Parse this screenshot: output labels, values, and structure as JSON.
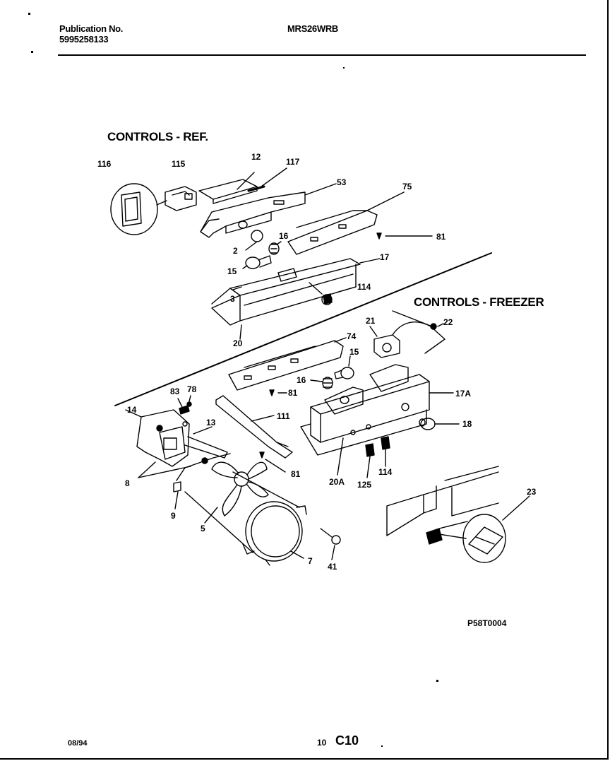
{
  "header": {
    "publication_label": "Publication No.",
    "publication_number": "5995258133",
    "model": "MRS26WRB"
  },
  "sections": {
    "ref": "CONTROLS - REF.",
    "freezer": "CONTROLS - FREEZER"
  },
  "callouts": {
    "c116": "116",
    "c115": "115",
    "c12": "12",
    "c117": "117",
    "c53": "53",
    "c75": "75",
    "c81a": "81",
    "c2": "2",
    "c16a": "16",
    "c15a": "15",
    "c17": "17",
    "c114a": "114",
    "c3": "3",
    "c20": "20",
    "c74": "74",
    "c15b": "15",
    "c21": "21",
    "c22": "22",
    "c16b": "16",
    "c81b": "81",
    "c83": "83",
    "c78": "78",
    "c14": "14",
    "c13": "13",
    "c111": "111",
    "c17a": "17A",
    "c18": "18",
    "c8": "8",
    "c81c": "81",
    "c9": "9",
    "c5": "5",
    "c20a": "20A",
    "c125": "125",
    "c114b": "114",
    "c23": "23",
    "c7": "7",
    "c41": "41"
  },
  "figure_code": "P58T0004",
  "footer": {
    "date": "08/94",
    "page_number": "10",
    "page_code": "C10"
  }
}
